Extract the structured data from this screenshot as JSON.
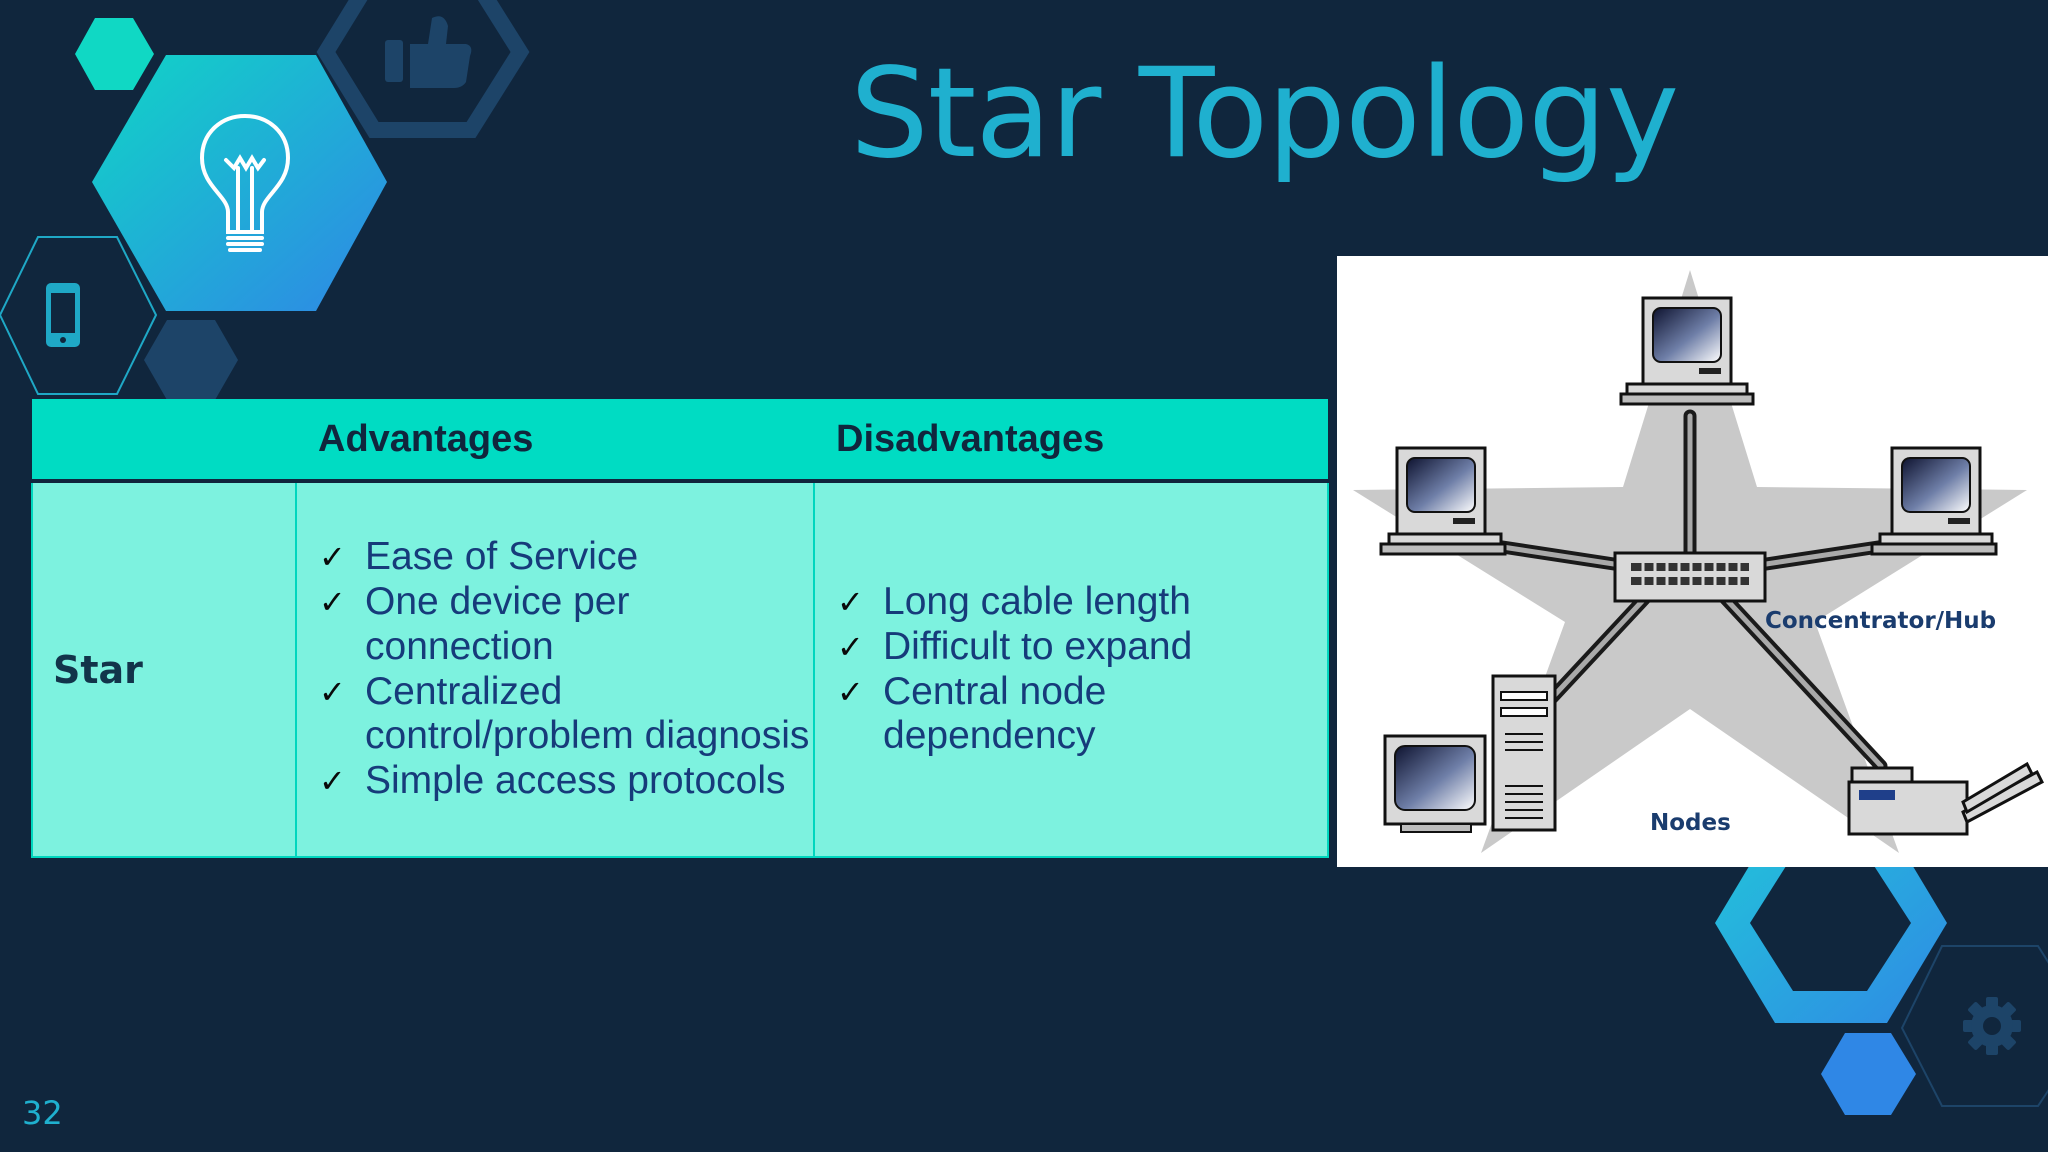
{
  "slide": {
    "title": "Star Topology",
    "page_number": "32"
  },
  "comparison_table": {
    "headers": [
      "",
      "Advantages",
      "Disadvantages"
    ],
    "row_label": "Star",
    "advantages": [
      "Ease of Service",
      "One device per connection",
      "Centralized control/problem diagnosis",
      "Simple access protocols"
    ],
    "disadvantages": [
      "Long cable length",
      "Difficult to expand",
      "Central node dependency"
    ],
    "check_glyph": "✓"
  },
  "diagram": {
    "hub_label": "Concentrator/Hub",
    "nodes_label": "Nodes"
  },
  "decor_icons": [
    "lightbulb-icon",
    "thumbs-up-icon",
    "phone-icon",
    "gear-icon"
  ],
  "colors": {
    "background": "#10263d",
    "title": "#1fb0cf",
    "table_header": "#00dcc3",
    "table_body": "#7df2df",
    "body_text": "#163b7a"
  }
}
